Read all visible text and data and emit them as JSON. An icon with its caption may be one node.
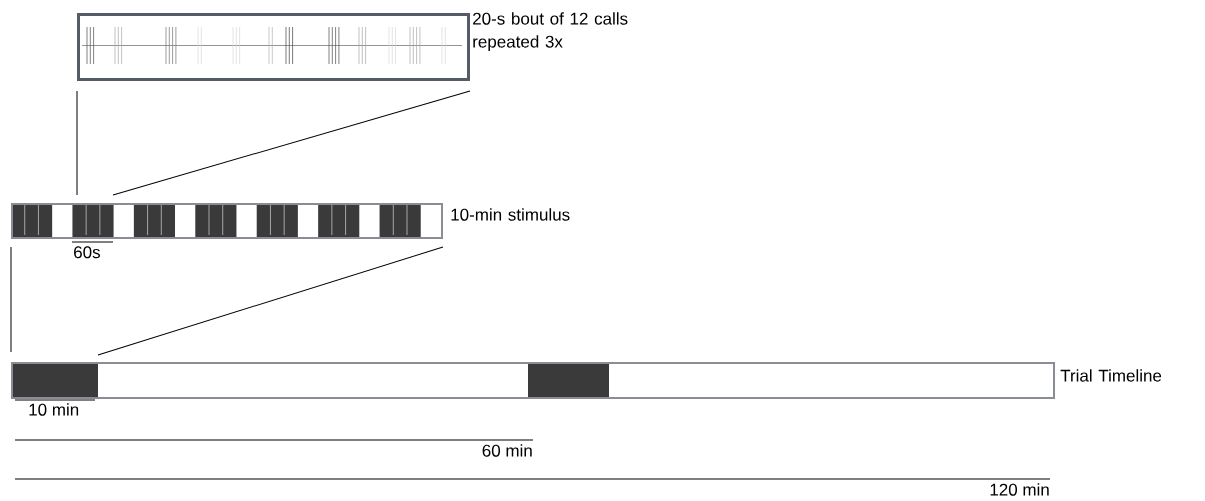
{
  "diagram": {
    "nodes": [
      {
        "text": [],
        "shape": "box",
        "beside": [
          "20-s bout of 12 calls repeated 3x"
        ]
      },
      {
        "text": [],
        "shape": "bar",
        "beside": [
          "10-min stimulus"
        ]
      },
      {
        "text": [],
        "shape": "bar",
        "beside": [
          "Trial Timeline"
        ]
      }
    ],
    "edges": [
      {
        "from": 1,
        "to": 0,
        "arrow": "none"
      },
      {
        "from": 1,
        "to": 0,
        "arrow": "none"
      },
      {
        "from": 2,
        "to": 1,
        "arrow": "none"
      },
      {
        "from": 2,
        "to": 1,
        "arrow": "none"
      }
    ],
    "labels": [
      "60s",
      "10 min",
      "60 min",
      "120 min"
    ]
  }
}
